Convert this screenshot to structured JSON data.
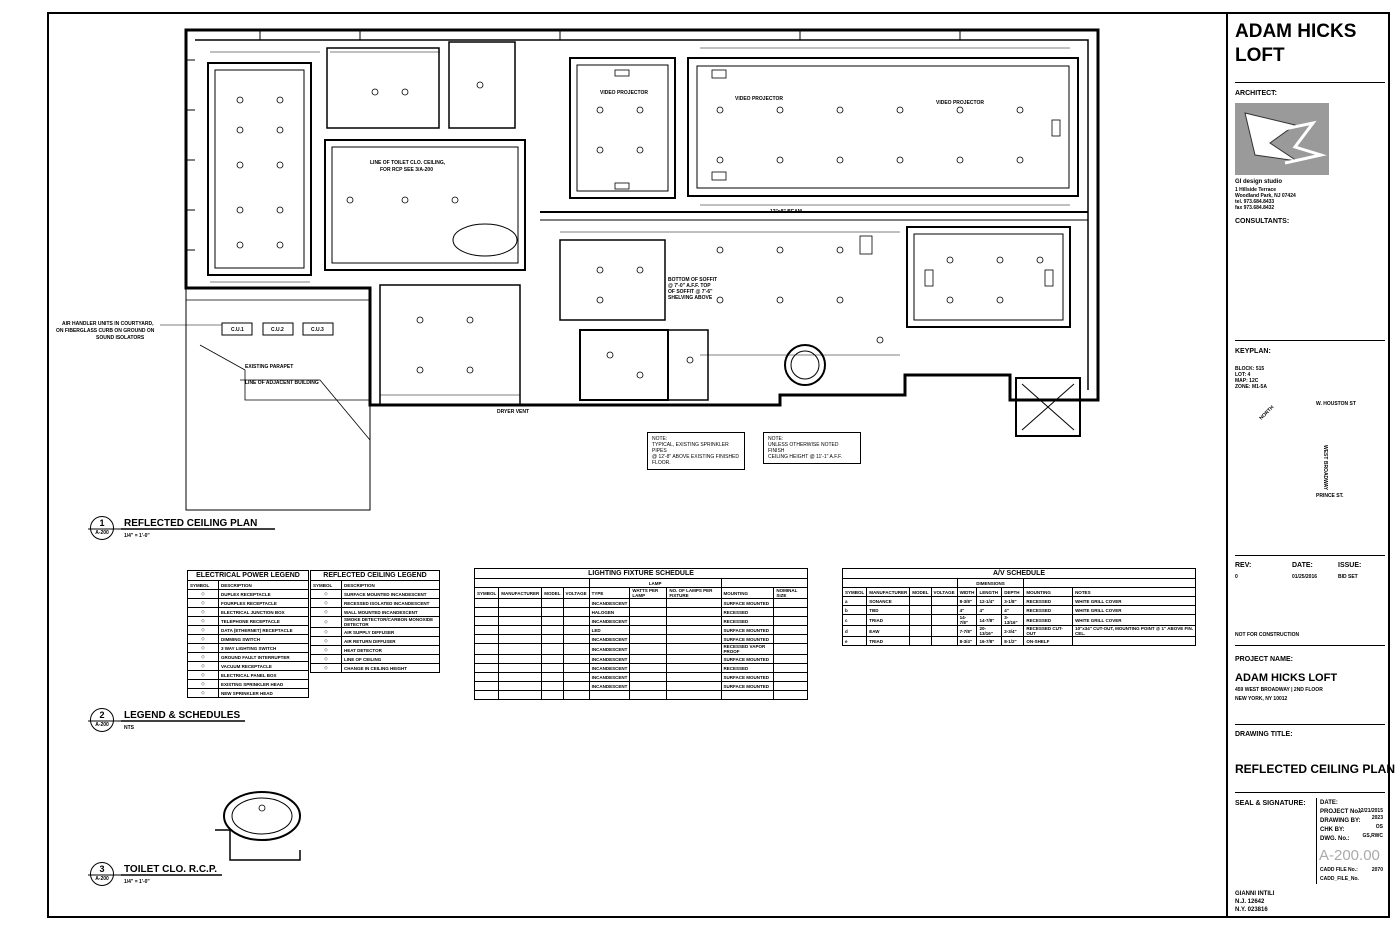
{
  "project": {
    "title_line1": "ADAM HICKS",
    "title_line2": "LOFT",
    "architect_label": "ARCHITECT:",
    "firm_name": "GI design studio",
    "firm_address_1": "1 Hillside Terrace",
    "firm_address_2": "Woodland Park, NJ 07424",
    "firm_tel": "tel. 973.684.8433",
    "firm_fax": "fax 973.684.8432",
    "consultants_label": "CONSULTANTS:",
    "keyplan_label": "KEYPLAN:",
    "block": "BLOCK: 515",
    "lot": "LOT: 4",
    "map": "MAP: 12C",
    "zone": "ZONE: M1-5A",
    "street_1": "W. HOUSTON ST",
    "street_2": "WEST BROADWAY",
    "street_3": "PRINCE ST.",
    "north": "NORTH",
    "rev_label": "REV:",
    "date_label": "DATE:",
    "issue_label": "ISSUE:",
    "rev_value": "0",
    "date_value": "01/25/2016",
    "issue_value": "BID SET",
    "not_for_construction": "NOT FOR CONSTRUCTION",
    "project_name_label": "PROJECT NAME:",
    "project_name": "ADAM HICKS LOFT",
    "project_address_1": "459 WEST BROADWAY | 2ND FLOOR",
    "project_address_2": "NEW YORK, NY 10012",
    "drawing_title_label": "DRAWING TITLE:",
    "drawing_title": "REFLECTED CEILING PLAN",
    "seal_label": "SEAL & SIGNATURE:",
    "info_date": "DATE:",
    "info_date_value": "12/21/2015",
    "info_project_no": "PROJECT No.:",
    "info_project_no_value": "2023",
    "info_drawing_by": "DRAWING BY:",
    "info_drawing_by_value": "OS",
    "info_chk_by": "CHK BY:",
    "info_chk_by_value": "GS,RWC",
    "info_dwg_no": "DWG. No.:",
    "sheet_number": "A-200.00",
    "cadd_file_label": "CADD FILE No.:",
    "cadd_file_value": "2070",
    "cadd_file_label2": "CADD_FILE_No.",
    "signer": "GIANNI INTILI",
    "license_1": "N.J. 12642",
    "license_2": "N.Y. 023816"
  },
  "views": {
    "v1_num": "1",
    "v1_sheet": "A-200",
    "v1_title": "REFLECTED CEILING PLAN",
    "v1_scale": "1/4\" = 1'-0\"",
    "v2_num": "2",
    "v2_sheet": "A-200",
    "v2_title": "LEGEND & SCHEDULES",
    "v2_scale": "NTS",
    "v3_num": "3",
    "v3_sheet": "A-200",
    "v3_title": "TOILET CLO. R.C.P.",
    "v3_scale": "1/4\" = 1'-0\""
  },
  "plan_notes": {
    "air_handler": "AIR HANDLER UNITS IN COURTYARD,",
    "air_handler_2": "ON FIBERGLASS CURB ON GROUND ON",
    "air_handler_3": "SOUND ISOLATORS",
    "existing_parapet": "EXISTING PARAPET",
    "adjacent_building": "LINE OF ADJACENT BUILDING",
    "dryer_vent": "DRYER VENT",
    "cu1": "C.U.1",
    "cu2": "C.U.2",
    "cu3": "C.U.3",
    "note1_title": "NOTE:",
    "note1_l1": "TYPICAL, EXISTING SPRINKLER PIPES",
    "note1_l2": "@ 12'-8\" ABOVE EXISTING FINISHED",
    "note1_l3": "FLOOR.",
    "note2_title": "NOTE:",
    "note2_l1": "UNLESS OTHERWISE NOTED FINISH",
    "note2_l2": "CEILING HEIGHT @ 11'-1\" A.F.F.",
    "toilet_line": "LINE OF TOILET CLO. CEILING,",
    "toilet_line_2": "FOR RCP SEE 3/A-200",
    "video_projector": "VIDEO PROJECTOR",
    "beam": "12\"x8\" BEAM",
    "soffit": "BOTTOM OF SOFFIT",
    "soffit_2": "@ 7'-0\" A.F.F. TOP",
    "soffit_3": "OF SOFFIT @ 7'-6\"",
    "soffit_4": "SHELVING ABOVE"
  },
  "elec_legend": {
    "title": "ELECTRICAL POWER LEGEND",
    "col_symbol": "SYMBOL",
    "col_desc": "DESCRIPTION",
    "rows": [
      "DUPLEX RECEPTACLE",
      "FOURPLEX RECEPTACLE",
      "ELECTRICAL JUNCTION BOX",
      "TELEPHONE RECEPTACLE",
      "DATA (ETHERNET) RECEPTACLE",
      "DIMMING SWITCH",
      "3 WAY LIGHTING SWITCH",
      "GROUND FAULT INTERRUPTER",
      "VACUUM RECEPTACLE",
      "ELECTRICAL PANEL BOX",
      "EXISTING SPRINKLER HEAD",
      "NEW SPRINKLER HEAD"
    ]
  },
  "rcp_legend": {
    "title": "REFLECTED CEILING LEGEND",
    "col_symbol": "SYMBOL",
    "col_desc": "DESCRIPTION",
    "rows": [
      "SURFACE MOUNTED INCANDESCENT",
      "RECESSED ISOLATED INCANDESCENT",
      "WALL MOUNTED INCANDESCENT",
      "SMOKE DETECTOR/CARBON MONOXIDE DETECTOR",
      "AIR SUPPLY DIFFUSER",
      "AIR RETURN DIFFUSER",
      "HEAT DETECTOR",
      "LINE OF CEILING",
      "CHANGE IN CEILING HEIGHT"
    ]
  },
  "lighting_schedule": {
    "title": "LIGHTING FIXTURE SCHEDULE",
    "headers": [
      "SYMBOL",
      "MANUFACTURER",
      "MODEL",
      "VOLTAGE",
      "TYPE",
      "WATTS PER LAMP",
      "NO. OF LAMPS PER FIXTURE",
      "MOUNTING",
      "NOMINAL SIZE"
    ],
    "lamp_group": "LAMP",
    "rows": [
      [
        "",
        "",
        "",
        "",
        "INCANDESCENT",
        "",
        "",
        "SURFACE MOUNTED",
        ""
      ],
      [
        "",
        "",
        "",
        "",
        "HALOGEN",
        "",
        "",
        "RECESSED",
        ""
      ],
      [
        "",
        "",
        "",
        "",
        "INCANDESCENT",
        "",
        "",
        "RECESSED",
        ""
      ],
      [
        "",
        "",
        "",
        "",
        "LED",
        "",
        "",
        "SURFACE MOUNTED",
        ""
      ],
      [
        "",
        "",
        "",
        "",
        "INCANDESCENT",
        "",
        "",
        "SURFACE MOUNTED",
        ""
      ],
      [
        "",
        "",
        "",
        "",
        "INCANDESCENT",
        "",
        "",
        "RECESSED VAPOR PROOF",
        ""
      ],
      [
        "",
        "",
        "",
        "",
        "INCANDESCENT",
        "",
        "",
        "SURFACE MOUNTED",
        ""
      ],
      [
        "",
        "",
        "",
        "",
        "INCANDESCENT",
        "",
        "",
        "RECESSED",
        ""
      ],
      [
        "",
        "",
        "",
        "",
        "INCANDESCENT",
        "",
        "",
        "SURFACE MOUNTED",
        ""
      ],
      [
        "",
        "",
        "",
        "",
        "INCANDESCENT",
        "",
        "",
        "SURFACE MOUNTED",
        ""
      ],
      [
        "",
        "",
        "",
        "",
        "",
        "",
        "",
        "",
        ""
      ]
    ]
  },
  "av_schedule": {
    "title": "A/V SCHEDULE",
    "dimensions_group": "DIMENSIONS",
    "headers": [
      "SYMBOL",
      "MANUFACTURER",
      "MODEL",
      "VOLTAGE",
      "WIDTH",
      "LENGTH",
      "DEPTH",
      "MOUNTING",
      "NOTES"
    ],
    "rows": [
      [
        "a",
        "SONANCE",
        "",
        "",
        "8-3/8\"",
        "12-1/4\"",
        "3-1/8\"",
        "RECESSED",
        "WHITE GRILL COVER"
      ],
      [
        "b",
        "TBD",
        "",
        "",
        "4\"",
        "4\"",
        "4\"",
        "RECESSED",
        "WHITE GRILL COVER"
      ],
      [
        "c",
        "TRIAD",
        "",
        "",
        "14-7/8\"",
        "14-7/8\"",
        "3-13/16\"",
        "RECESSED",
        "WHITE GRILL COVER"
      ],
      [
        "d",
        "EAW",
        "",
        "",
        "7-7/8\"",
        "20-13/16\"",
        "2-3/4\"",
        "RECESSED CUT-OUT",
        "10\"x34\" CUT-OUT, MOUNTING POINT @ 1\" ABOVE FIN. CEL."
      ],
      [
        "e",
        "TRIAD",
        "",
        "",
        "8-3/4\"",
        "16-7/8\"",
        "8-1/2\"",
        "ON-SHELF",
        ""
      ]
    ]
  }
}
